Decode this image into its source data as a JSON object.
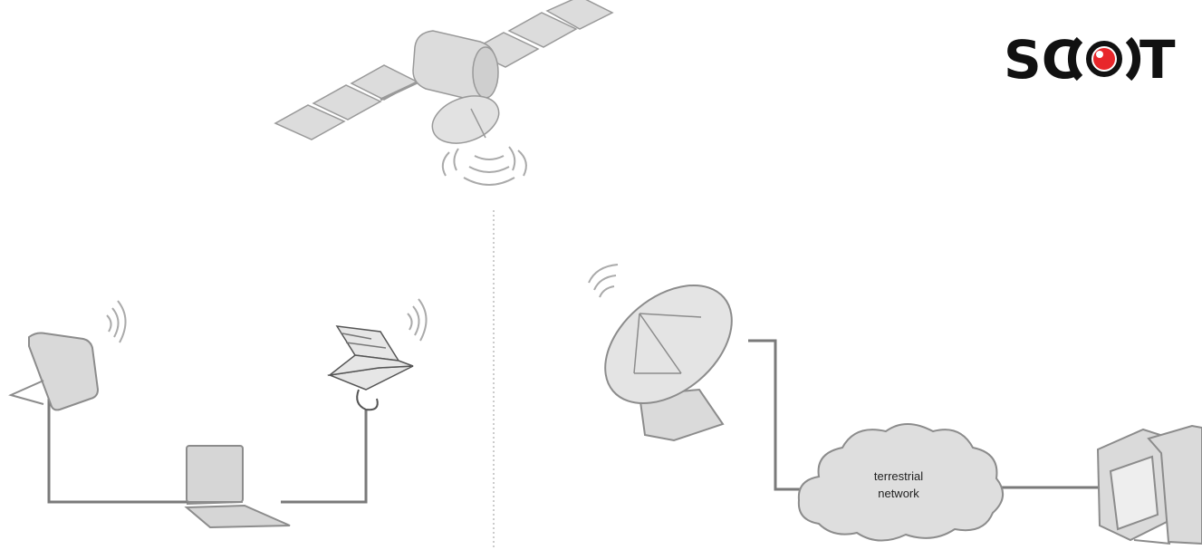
{
  "logo": {
    "text_left": "SC",
    "text_right": "T",
    "text_color": "#111111",
    "accent_color": "#e8262a",
    "icon": "red-eye-icon"
  },
  "cloud": {
    "label_line1": "terrestrial",
    "label_line2": "network",
    "fill_color": "#dedede"
  },
  "colors": {
    "device_fill": "#d9d9d9",
    "device_stroke": "#8c8c8c",
    "link_line": "#7a7a7a",
    "divider": "#9a9a9a"
  },
  "devices": {
    "satellite": "satellite-icon",
    "flat_antenna": "flat-panel-antenna-icon",
    "laptop": "laptop-icon",
    "portable_terminal": "portable-satellite-terminal-icon",
    "ground_dish": "ground-station-dish-icon",
    "computer": "desktop-computer-icon"
  }
}
